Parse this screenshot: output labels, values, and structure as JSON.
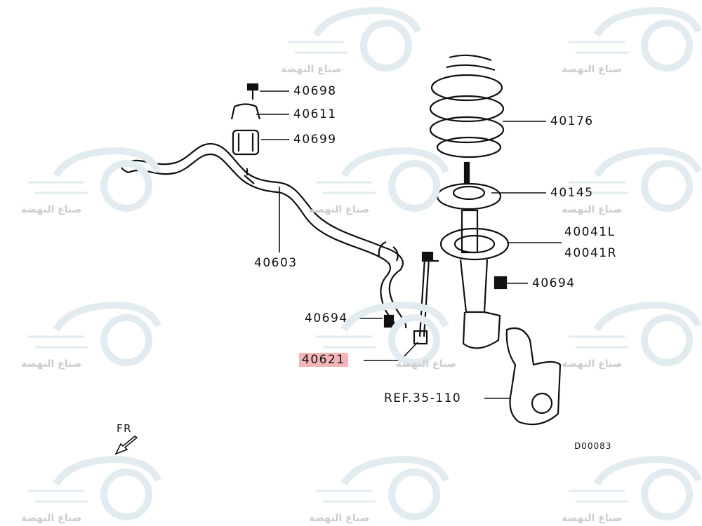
{
  "watermark": {
    "text": "صناع النهضة",
    "color": "#dfe9ef"
  },
  "callouts": {
    "p40698": "40698",
    "p40611": "40611",
    "p40699": "40699",
    "p40176": "40176",
    "p40145": "40145",
    "p40041l": "40041L",
    "p40041r": "40041R",
    "p40694_right": "40694",
    "p40603": "40603",
    "p40694_left": "40694",
    "p40621": "40621",
    "ref": "REF.35-110"
  },
  "highlighted_part": "40621",
  "highlight_color": "#f2b5b8",
  "direction_label": "FR",
  "diagram_code": "D00083"
}
